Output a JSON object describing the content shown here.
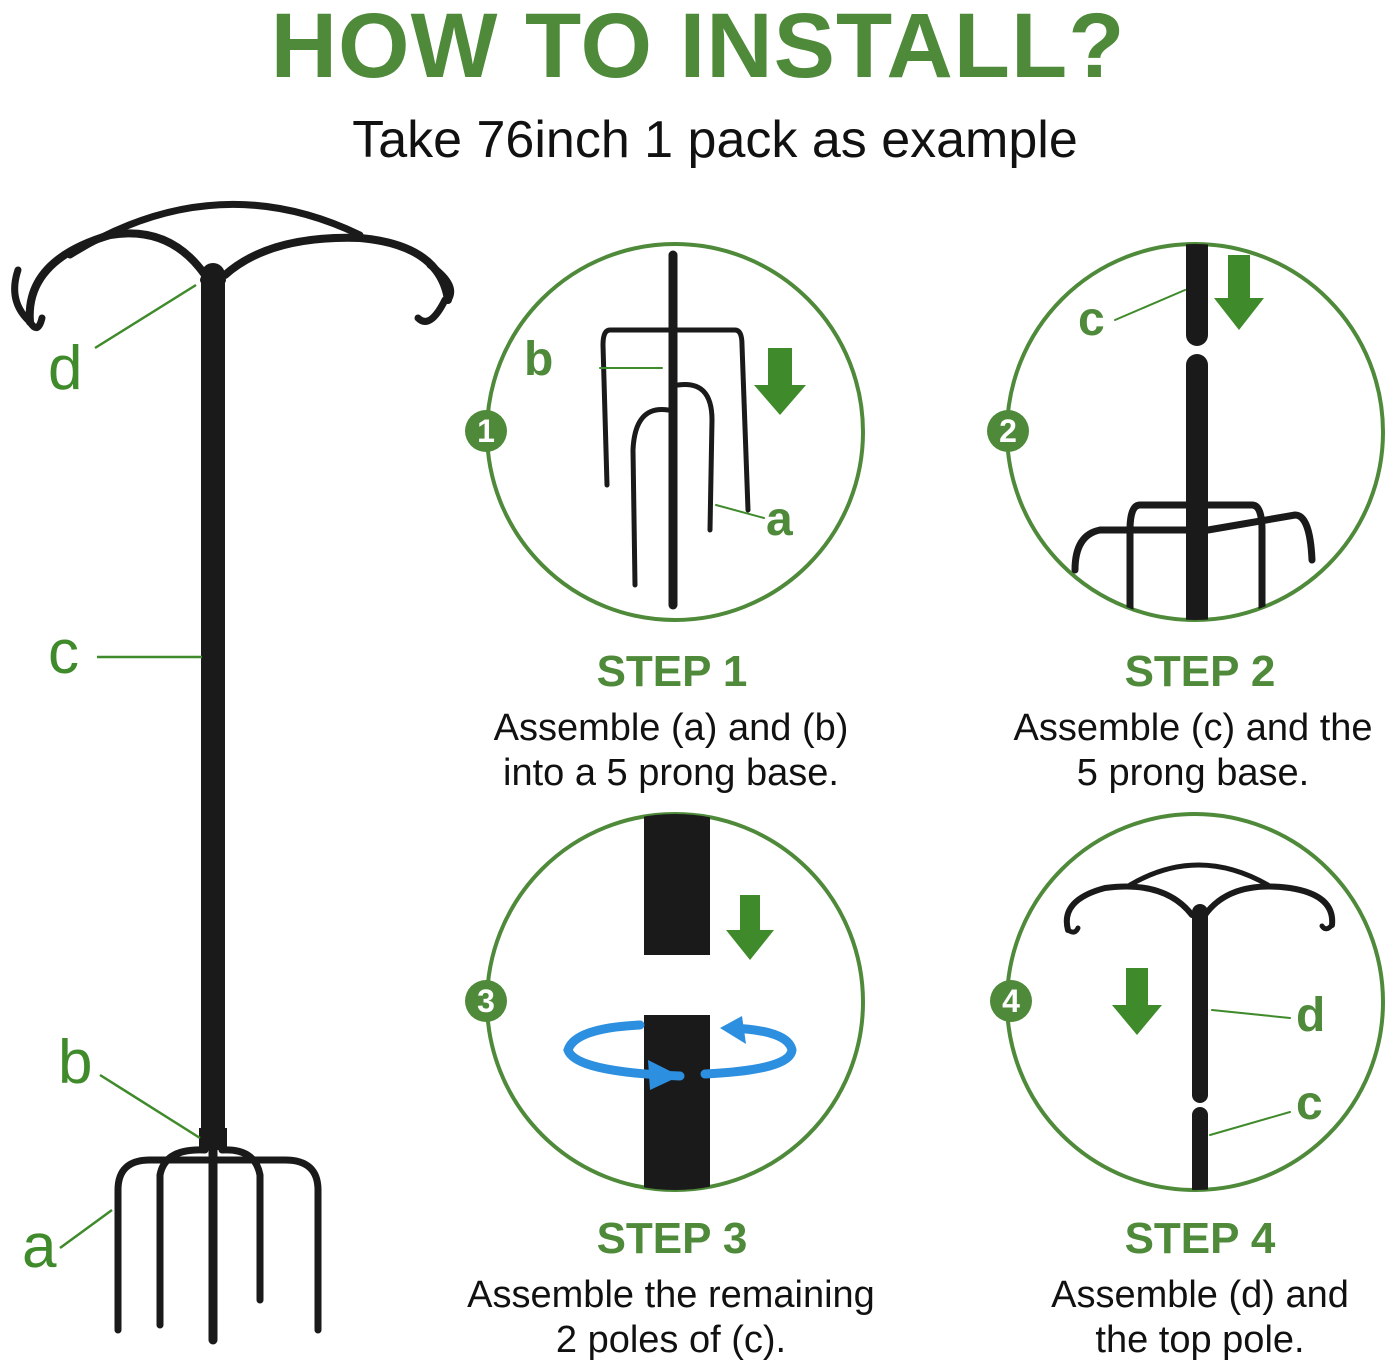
{
  "header": {
    "title": "HOW TO INSTALL?",
    "subtitle": "Take 76inch 1 pack as example"
  },
  "overview": {
    "part_labels": {
      "d": "d",
      "c": "c",
      "b": "b",
      "a": "a"
    }
  },
  "steps": [
    {
      "number": "1",
      "title": "STEP 1",
      "lines": [
        "Assemble (a) and (b)",
        "into a 5 prong base."
      ],
      "labels": [
        "b",
        "a"
      ]
    },
    {
      "number": "2",
      "title": "STEP 2",
      "lines": [
        "Assemble (c) and the",
        "5 prong base."
      ],
      "labels": [
        "c"
      ]
    },
    {
      "number": "3",
      "title": "STEP 3",
      "lines": [
        "Assemble the remaining",
        "2 poles of (c)."
      ],
      "labels": []
    },
    {
      "number": "4",
      "title": "STEP 4",
      "lines": [
        "Assemble (d) and",
        "the top pole."
      ],
      "labels": [
        "d",
        "c"
      ]
    }
  ],
  "colors": {
    "accent_green": "#4e8a3a",
    "arrow_green": "#3f8a2a",
    "rotate_blue": "#2c8fe0",
    "pole_black": "#1a1a1a"
  }
}
